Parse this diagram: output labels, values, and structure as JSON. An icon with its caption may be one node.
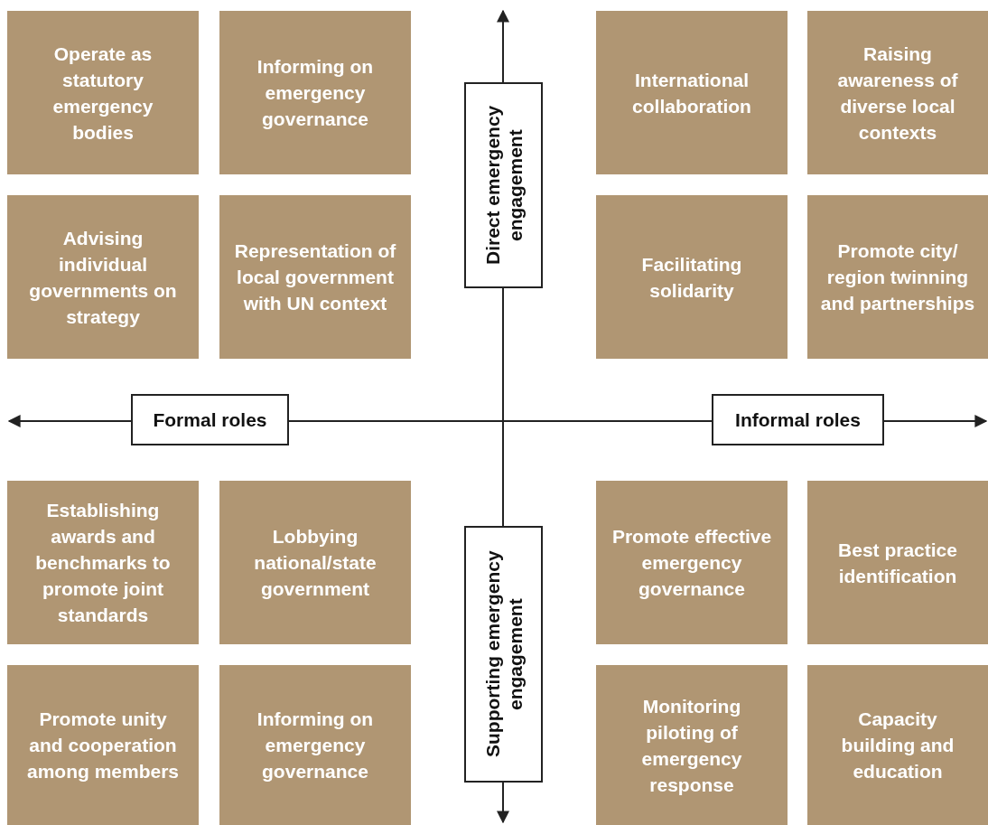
{
  "diagram": {
    "nodes": [
      {
        "text": [
          "Operate as statutory emergency bodies"
        ]
      },
      {
        "text": [
          "Informing on emergency governance"
        ]
      },
      {
        "text": [
          "Direct emergency engagement"
        ]
      },
      {
        "text": [
          "International collaboration"
        ]
      },
      {
        "text": [
          "Raising awareness of diverse local contexts"
        ]
      },
      {
        "text": [
          "Advising individual governments on strategy"
        ]
      },
      {
        "text": [
          "Representation of local government with UN context"
        ]
      },
      {
        "text": [
          "Facilitating solidarity"
        ]
      },
      {
        "text": [
          "Promote city/ region twinning and partnerships"
        ]
      },
      {
        "text": [
          "Formal roles"
        ]
      },
      {
        "text": [
          "Informal roles"
        ]
      },
      {
        "text": [
          "Establishing awards and benchmarks to promote joint standards"
        ]
      },
      {
        "text": [
          "Lobbying national/state government"
        ]
      },
      {
        "text": [
          "Supporting emergency engagement"
        ]
      },
      {
        "text": [
          "Promote effective emergency governance"
        ]
      },
      {
        "text": [
          "Best practice identification"
        ]
      },
      {
        "text": [
          "Promote unity and cooperation among members"
        ]
      },
      {
        "text": [
          "Informing on emergency governance"
        ]
      },
      {
        "text": [
          "Monitoring piloting of emergency response"
        ]
      },
      {
        "text": [
          "Capacity building and education"
        ]
      }
    ]
  }
}
